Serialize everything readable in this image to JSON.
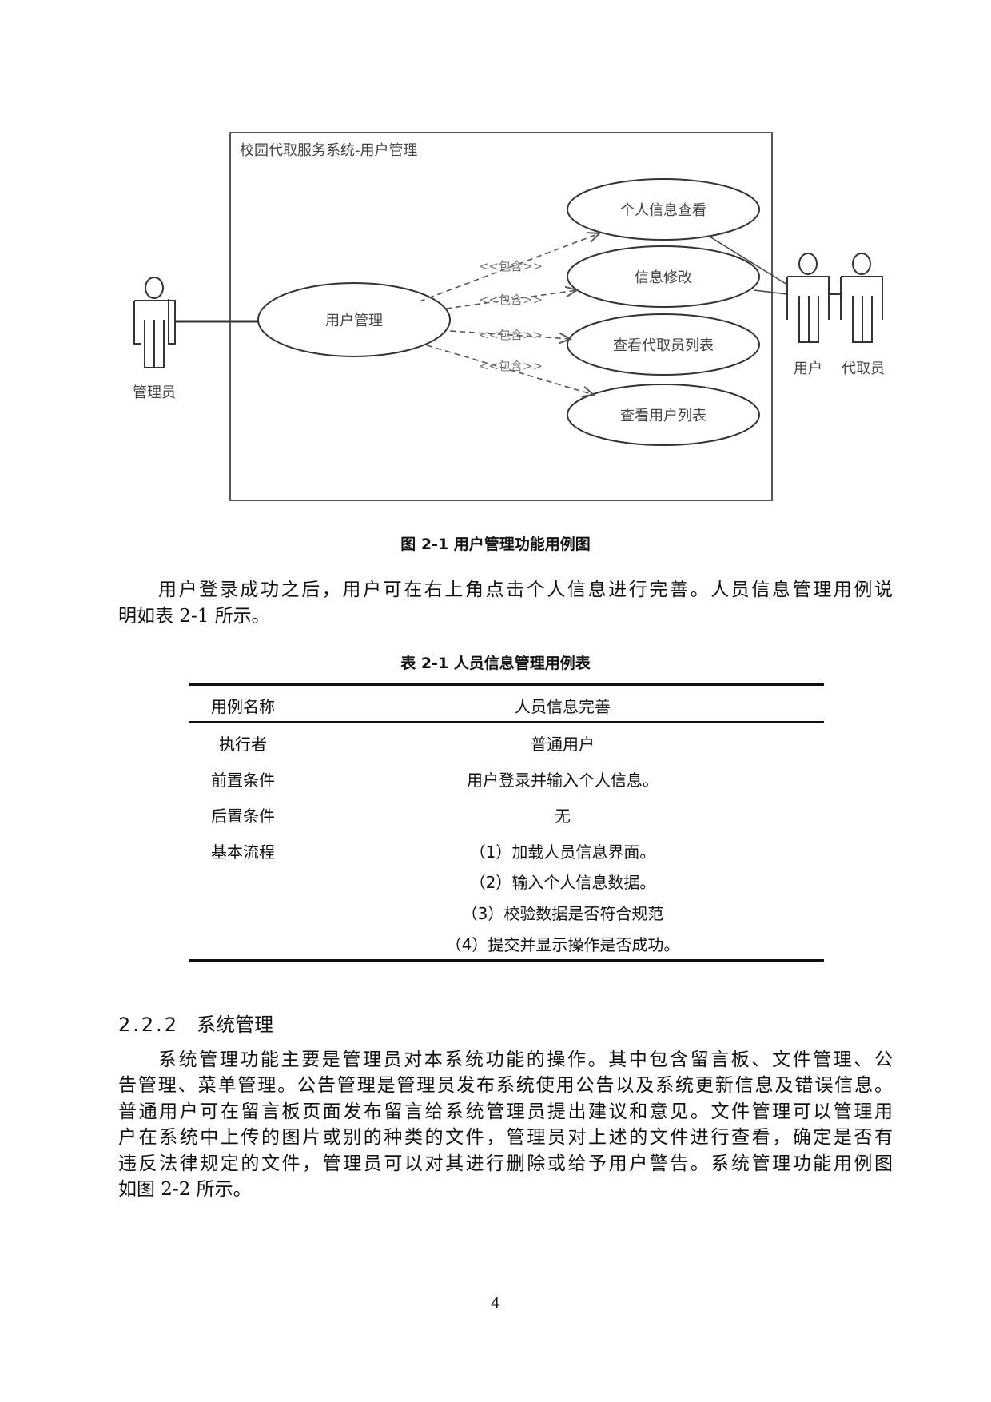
{
  "figure": {
    "system_title": "校园代取服务系统-用户管理",
    "actors": {
      "admin": "管理员",
      "user": "用户",
      "courier": "代取员"
    },
    "use_cases": {
      "main": "用户管理",
      "view_profile": "个人信息查看",
      "edit_info": "信息修改",
      "view_couriers": "查看代取员列表",
      "view_users": "查看用户列表"
    },
    "include_label": "<<包含>>",
    "caption": "图 2-1  用户管理功能用例图"
  },
  "paragraph1": [
    "用户登录成功之后，用户可在右上角点击个人信息进行完善。人员信息管理用例说",
    "明如表 2-1 所示。"
  ],
  "table": {
    "caption": "表 2-1  人员信息管理用例表",
    "header": [
      "用例名称",
      "人员信息完善"
    ],
    "rows": [
      [
        "执行者",
        "普通用户"
      ],
      [
        "前置条件",
        "用户登录并输入个人信息。"
      ],
      [
        "后置条件",
        "无"
      ],
      [
        "基本流程",
        "（1）加载人员信息界面。"
      ],
      [
        "",
        "（2）输入个人信息数据。"
      ],
      [
        "",
        "（3）校验数据是否符合规范"
      ],
      [
        "",
        "（4）提交并显示操作是否成功。"
      ]
    ]
  },
  "section": {
    "number": "2.2.2",
    "title": "系统管理"
  },
  "paragraph2": [
    "系统管理功能主要是管理员对本系统功能的操作。其中包含留言板、文件管理、公",
    "告管理、菜单管理。公告管理是管理员发布系统使用公告以及系统更新信息及错误信息。",
    "普通用户可在留言板页面发布留言给系统管理员提出建议和意见。文件管理可以管理用",
    "户在系统中上传的图片或别的种类的文件，管理员对上述的文件进行查看，确定是否有",
    "违反法律规定的文件，管理员可以对其进行删除或给予用户警告。系统管理功能用例图",
    "如图 2-2 所示。"
  ],
  "page_number": "4"
}
